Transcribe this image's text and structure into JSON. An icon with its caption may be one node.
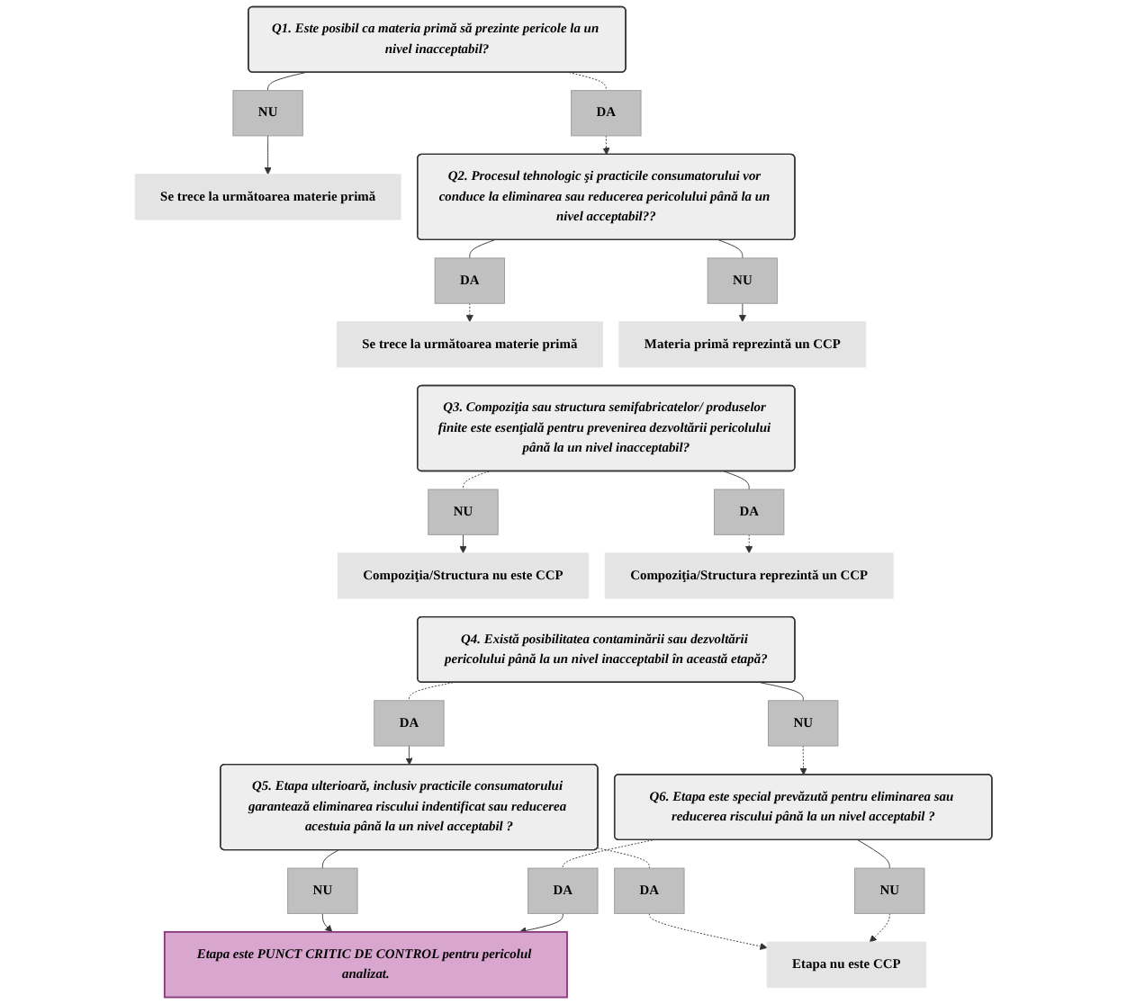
{
  "diagram": {
    "nodes": [
      {
        "text": [
          "Q1. Este posibil ca materia primă să prezinte pericole la un nivel inacceptabil?"
        ]
      },
      {
        "text": [
          "DA"
        ]
      },
      {
        "text": [
          "NU"
        ]
      },
      {
        "text": [
          "Se trece la următoarea materie primă"
        ]
      },
      {
        "text": [
          "Q2. Procesul tehnologic şi practicile consumatorului vor conduce la eliminarea sau reducerea pericolului până la un nivel acceptabil??"
        ]
      },
      {
        "text": [
          "Materia primă reprezintă un CCP"
        ]
      },
      {
        "text": [
          "NU"
        ]
      },
      {
        "text": [
          "DA"
        ]
      },
      {
        "text": [
          "Se trece la următoarea materie primă"
        ]
      },
      {
        "text": [
          "Q3. Compoziţia sau structura semifabricatelor/ produselor finite este esenţială pentru prevenirea dezvoltării pericolului până la un nivel inacceptabil?"
        ]
      },
      {
        "text": [
          "Compoziţia/Structura reprezintă un CCP"
        ]
      },
      {
        "text": [
          "DA"
        ]
      },
      {
        "text": [
          "NU"
        ]
      },
      {
        "text": [
          "Compoziţia/Structura nu este CCP"
        ]
      },
      {
        "text": [
          "Q4. Există posibilitatea contaminării sau dezvoltării pericolului până la un nivel inacceptabil în această etapă?"
        ]
      },
      {
        "text": [
          "DA"
        ]
      },
      {
        "text": [
          "NU"
        ]
      },
      {
        "text": [
          "Q5. Etapa ulterioară, inclusiv practicile consumatorului garantează eliminarea riscului indentificat sau reducerea acestuia până la un nivel acceptabil ?"
        ]
      },
      {
        "text": [
          "Q6. Etapa este special prevăzută pentru eliminarea sau reducerea riscului până la un nivel acceptabil ?"
        ]
      },
      {
        "text": [
          "NU"
        ]
      },
      {
        "text": [
          "DA"
        ]
      },
      {
        "text": [
          "Etapa nu este CCP"
        ]
      },
      {
        "text": [
          "NU"
        ]
      },
      {
        "text": [
          "DA"
        ]
      },
      {
        "text": [
          "Etapa este PUNCT CRITIC DE CONTROL pentru pericolul analizat."
        ]
      }
    ],
    "edges": [
      {
        "from": 0,
        "to": 1,
        "arrow": "none",
        "style": "dashed"
      },
      {
        "from": 1,
        "to": 4,
        "arrow": "to",
        "style": "dashed"
      },
      {
        "from": 0,
        "to": 2,
        "arrow": "none"
      },
      {
        "from": 2,
        "to": 3,
        "arrow": "to"
      },
      {
        "from": 4,
        "to": 6,
        "arrow": "none"
      },
      {
        "from": 6,
        "to": 5,
        "arrow": "to"
      },
      {
        "from": 4,
        "to": 7,
        "arrow": "none"
      },
      {
        "from": 7,
        "to": 8,
        "arrow": "to",
        "style": "dashed"
      },
      {
        "from": 9,
        "to": 11,
        "arrow": "none"
      },
      {
        "from": 11,
        "to": 10,
        "arrow": "to",
        "style": "dashed"
      },
      {
        "from": 9,
        "to": 12,
        "arrow": "none",
        "style": "dashed"
      },
      {
        "from": 12,
        "to": 13,
        "arrow": "to"
      },
      {
        "from": 14,
        "to": 15,
        "arrow": "none",
        "style": "dashed"
      },
      {
        "from": 15,
        "to": 17,
        "arrow": "to"
      },
      {
        "from": 14,
        "to": 16,
        "arrow": "none"
      },
      {
        "from": 16,
        "to": 18,
        "arrow": "to",
        "style": "dashed"
      },
      {
        "from": 17,
        "to": 19,
        "arrow": "none"
      },
      {
        "from": 19,
        "to": 24,
        "arrow": "to"
      },
      {
        "from": 17,
        "to": 20,
        "arrow": "none",
        "style": "dashed"
      },
      {
        "from": 20,
        "to": 21,
        "arrow": "to",
        "style": "dashed"
      },
      {
        "from": 18,
        "to": 22,
        "arrow": "none"
      },
      {
        "from": 22,
        "to": 21,
        "arrow": "to",
        "style": "dashed"
      },
      {
        "from": 18,
        "to": 23,
        "arrow": "none",
        "style": "dashed"
      },
      {
        "from": 23,
        "to": 24,
        "arrow": "to"
      }
    ]
  }
}
